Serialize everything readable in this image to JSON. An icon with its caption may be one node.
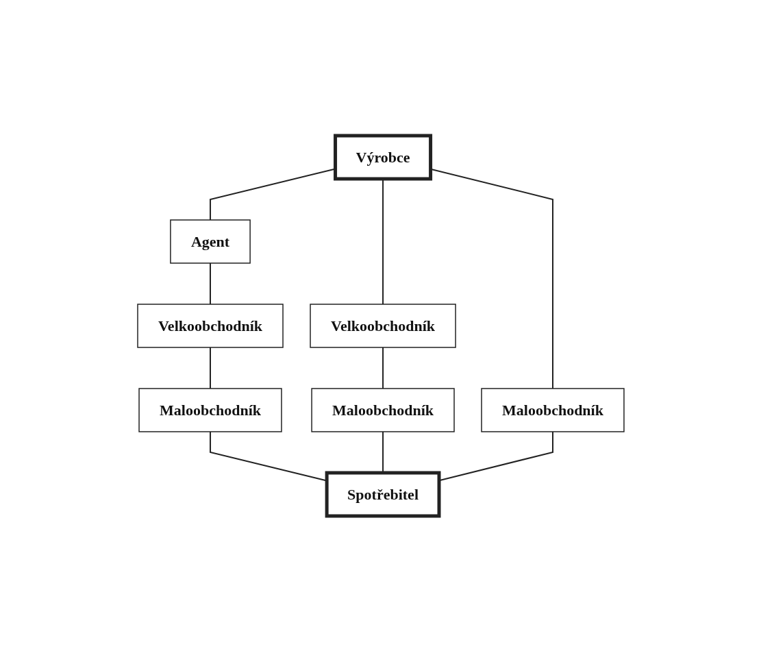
{
  "diagram": {
    "nodes": [
      {
        "text": [
          "Výrobce"
        ]
      },
      {
        "text": [
          "Agent"
        ]
      },
      {
        "text": [
          "Velkoobchodník"
        ]
      },
      {
        "text": [
          "Velkoobchodník"
        ]
      },
      {
        "text": [
          "Maloobchodník"
        ]
      },
      {
        "text": [
          "Maloobchodník"
        ]
      },
      {
        "text": [
          "Maloobchodník"
        ]
      },
      {
        "text": [
          "Spotřebitel"
        ]
      }
    ],
    "edges": [
      {
        "from": 0,
        "to": 1,
        "arrow": "none"
      },
      {
        "from": 1,
        "to": 2,
        "arrow": "none"
      },
      {
        "from": 2,
        "to": 4,
        "arrow": "none"
      },
      {
        "from": 4,
        "to": 7,
        "arrow": "none"
      },
      {
        "from": 0,
        "to": 3,
        "arrow": "none"
      },
      {
        "from": 3,
        "to": 5,
        "arrow": "none"
      },
      {
        "from": 5,
        "to": 7,
        "arrow": "none"
      },
      {
        "from": 0,
        "to": 6,
        "arrow": "none"
      },
      {
        "from": 6,
        "to": 7,
        "arrow": "none"
      }
    ]
  }
}
